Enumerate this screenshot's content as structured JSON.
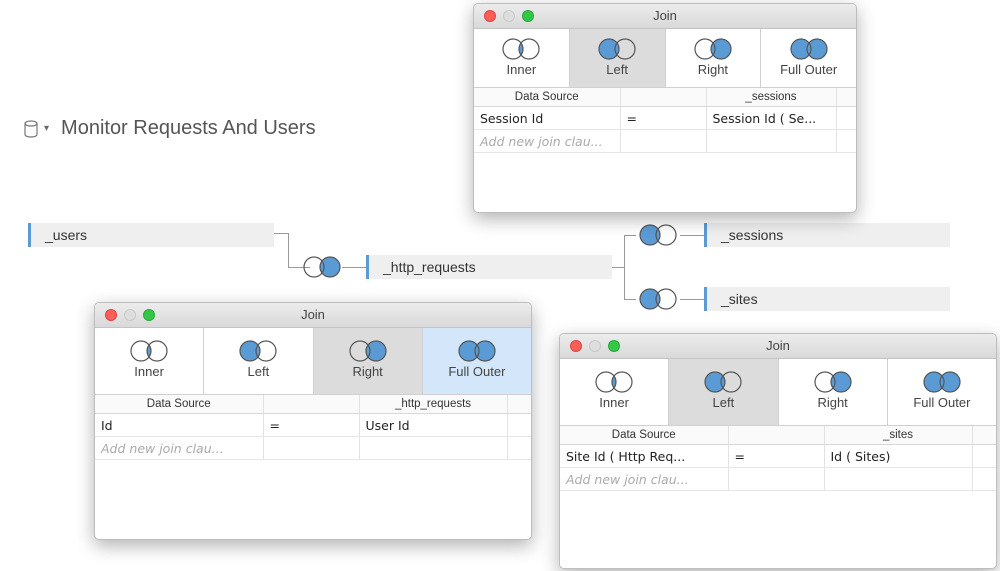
{
  "datasource": {
    "title": "Monitor Requests And Users"
  },
  "canvas": {
    "tables": {
      "users": "_users",
      "http_requests": "_http_requests",
      "sessions": "_sessions",
      "sites": "_sites"
    }
  },
  "join_dialogs": {
    "sessions": {
      "title": "Join",
      "types": [
        "Inner",
        "Left",
        "Right",
        "Full Outer"
      ],
      "selected": "Left",
      "columns": [
        "Data Source",
        "",
        "_sessions"
      ],
      "clause": {
        "left": "Session Id",
        "op": "=",
        "right": "Session Id ( Se..."
      },
      "add_placeholder": "Add new join clau..."
    },
    "users": {
      "title": "Join",
      "types": [
        "Inner",
        "Left",
        "Right",
        "Full Outer"
      ],
      "selected": "Right",
      "hovered": "Full Outer",
      "columns": [
        "Data Source",
        "",
        "_http_requests"
      ],
      "clause": {
        "left": "Id",
        "op": "=",
        "right": "User Id"
      },
      "add_placeholder": "Add new join clau..."
    },
    "sites": {
      "title": "Join",
      "types": [
        "Inner",
        "Left",
        "Right",
        "Full Outer"
      ],
      "selected": "Left",
      "columns": [
        "Data Source",
        "",
        "_sites"
      ],
      "clause": {
        "left": "Site Id ( Http Req...",
        "op": "=",
        "right": "Id ( Sites)"
      },
      "add_placeholder": "Add new join clau..."
    }
  },
  "colors": {
    "accent": "#5b9bd5",
    "venn_fill": "#5b9bd5",
    "selected_bg": "#dcdcdc",
    "hover_bg": "#d4e6f9"
  },
  "icons": {
    "datasource": "database-cylinder-icon",
    "join_inner": "venn-inner-icon",
    "join_left": "venn-left-icon",
    "join_right": "venn-right-icon",
    "join_full": "venn-full-outer-icon"
  }
}
